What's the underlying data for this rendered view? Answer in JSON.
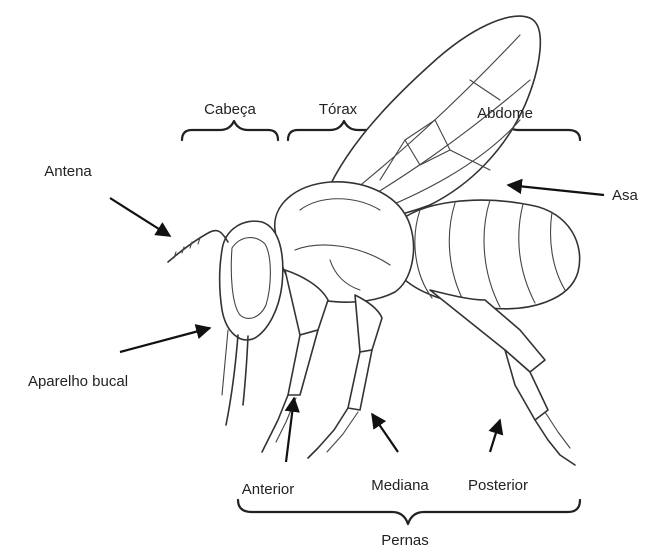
{
  "diagram": {
    "labels": {
      "cabeca": "Cabeça",
      "torax": "Tórax",
      "abdome": "Abdome",
      "antena": "Antena",
      "asa": "Asa",
      "aparelho_bucal": "Aparelho bucal",
      "anterior": "Anterior",
      "mediana": "Mediana",
      "posterior": "Posterior",
      "pernas": "Pernas"
    }
  }
}
